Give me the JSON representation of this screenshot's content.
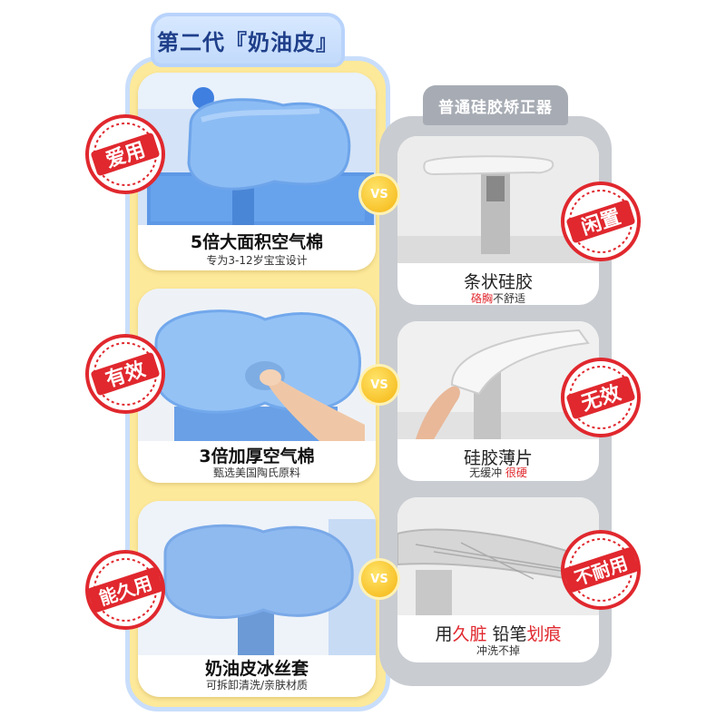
{
  "left": {
    "header": "第二代『奶油皮』",
    "cards": [
      {
        "title": "5倍大面积空气棉",
        "subtitle": "专为3-12岁宝宝设计"
      },
      {
        "title": "3倍加厚空气棉",
        "subtitle": "甄选美国陶氏原料"
      },
      {
        "title": "奶油皮冰丝套",
        "subtitle": "可拆卸清洗/亲肤材质"
      }
    ],
    "stamps": [
      "爱用",
      "有效",
      "能久用"
    ]
  },
  "right": {
    "header": "普通硅胶矫正器",
    "cards": [
      {
        "title": "条状硅胶",
        "subtitle_red": "硌胸",
        "subtitle_rest": "不舒适"
      },
      {
        "title": "硅胶薄片",
        "subtitle_rest": "无缓冲 ",
        "subtitle_red": "很硬"
      },
      {
        "title_a": "用",
        "title_red_a": "久脏",
        "title_b": " 铅笔",
        "title_red_b": "划痕",
        "subtitle": "冲洗不掉"
      }
    ],
    "stamps": [
      "闲置",
      "无效",
      "不耐用"
    ]
  },
  "vs_label": "VS",
  "colors": {
    "left_bg": "#fde99a",
    "left_border": "#c9defb",
    "right_bg": "#c9ccd1",
    "accent_red": "#e0282e",
    "vs_gold": "#f5b510",
    "pad_blue": "#7fb4f0"
  }
}
